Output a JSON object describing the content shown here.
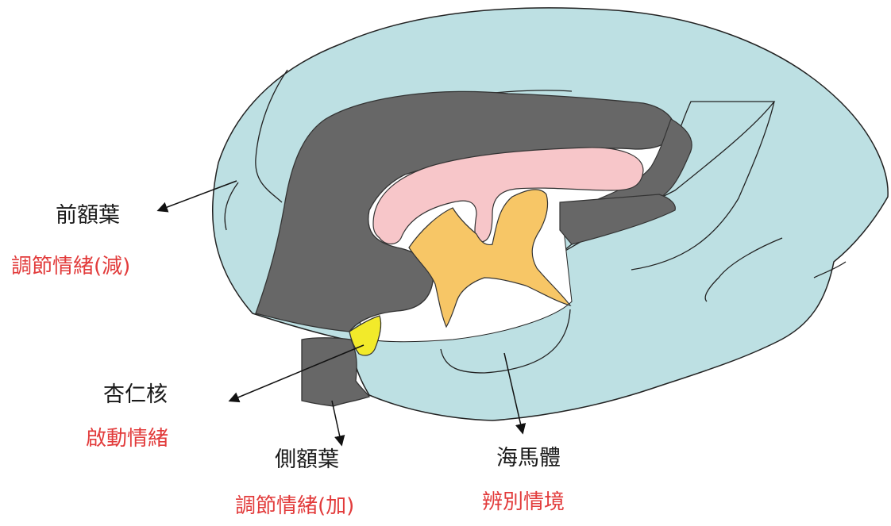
{
  "labels": {
    "prefrontal": {
      "name": "前額葉",
      "function": "調節情緒(減)"
    },
    "amygdala": {
      "name": "杏仁核",
      "function": "啟動情緒"
    },
    "temporal": {
      "name": "側額葉",
      "function": "調節情緒(加)"
    },
    "hippocampus": {
      "name": "海馬體",
      "function": "辨別情境"
    }
  },
  "colors": {
    "brain": "#bde0e3",
    "cortex": "#676767",
    "corpus_callosum": "#f7c6c9",
    "thalamus": "#f7c666",
    "amygdala": "#f2ea2a",
    "function_text": "#e23b3b",
    "name_text": "#1a1a1a"
  }
}
